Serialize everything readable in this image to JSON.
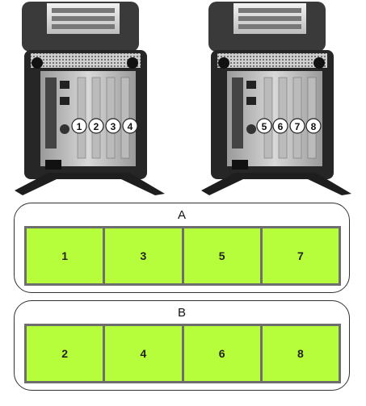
{
  "units": [
    {
      "ports": [
        "1",
        "2",
        "3",
        "4"
      ]
    },
    {
      "ports": [
        "5",
        "6",
        "7",
        "8"
      ]
    }
  ],
  "groups": [
    {
      "label": "A",
      "slots": [
        "1",
        "3",
        "5",
        "7"
      ]
    },
    {
      "label": "B",
      "slots": [
        "2",
        "4",
        "6",
        "8"
      ]
    }
  ],
  "colors": {
    "slot_fill": "#b6fe3b",
    "slot_border": "#6e6e6e",
    "chassis": "#2b2b2b"
  }
}
